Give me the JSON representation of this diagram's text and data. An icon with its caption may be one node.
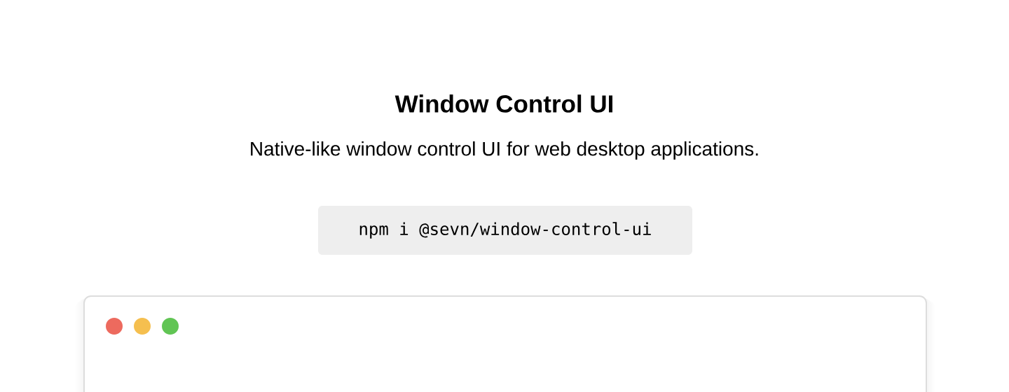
{
  "diagram": {
    "title": "Window Control UI",
    "nodes": [
      {
        "text": [
          "npm i @sevn/window-control-ui"
        ]
      }
    ],
    "labels": [
      "Native-like window control UI for web desktop applications."
    ]
  }
}
